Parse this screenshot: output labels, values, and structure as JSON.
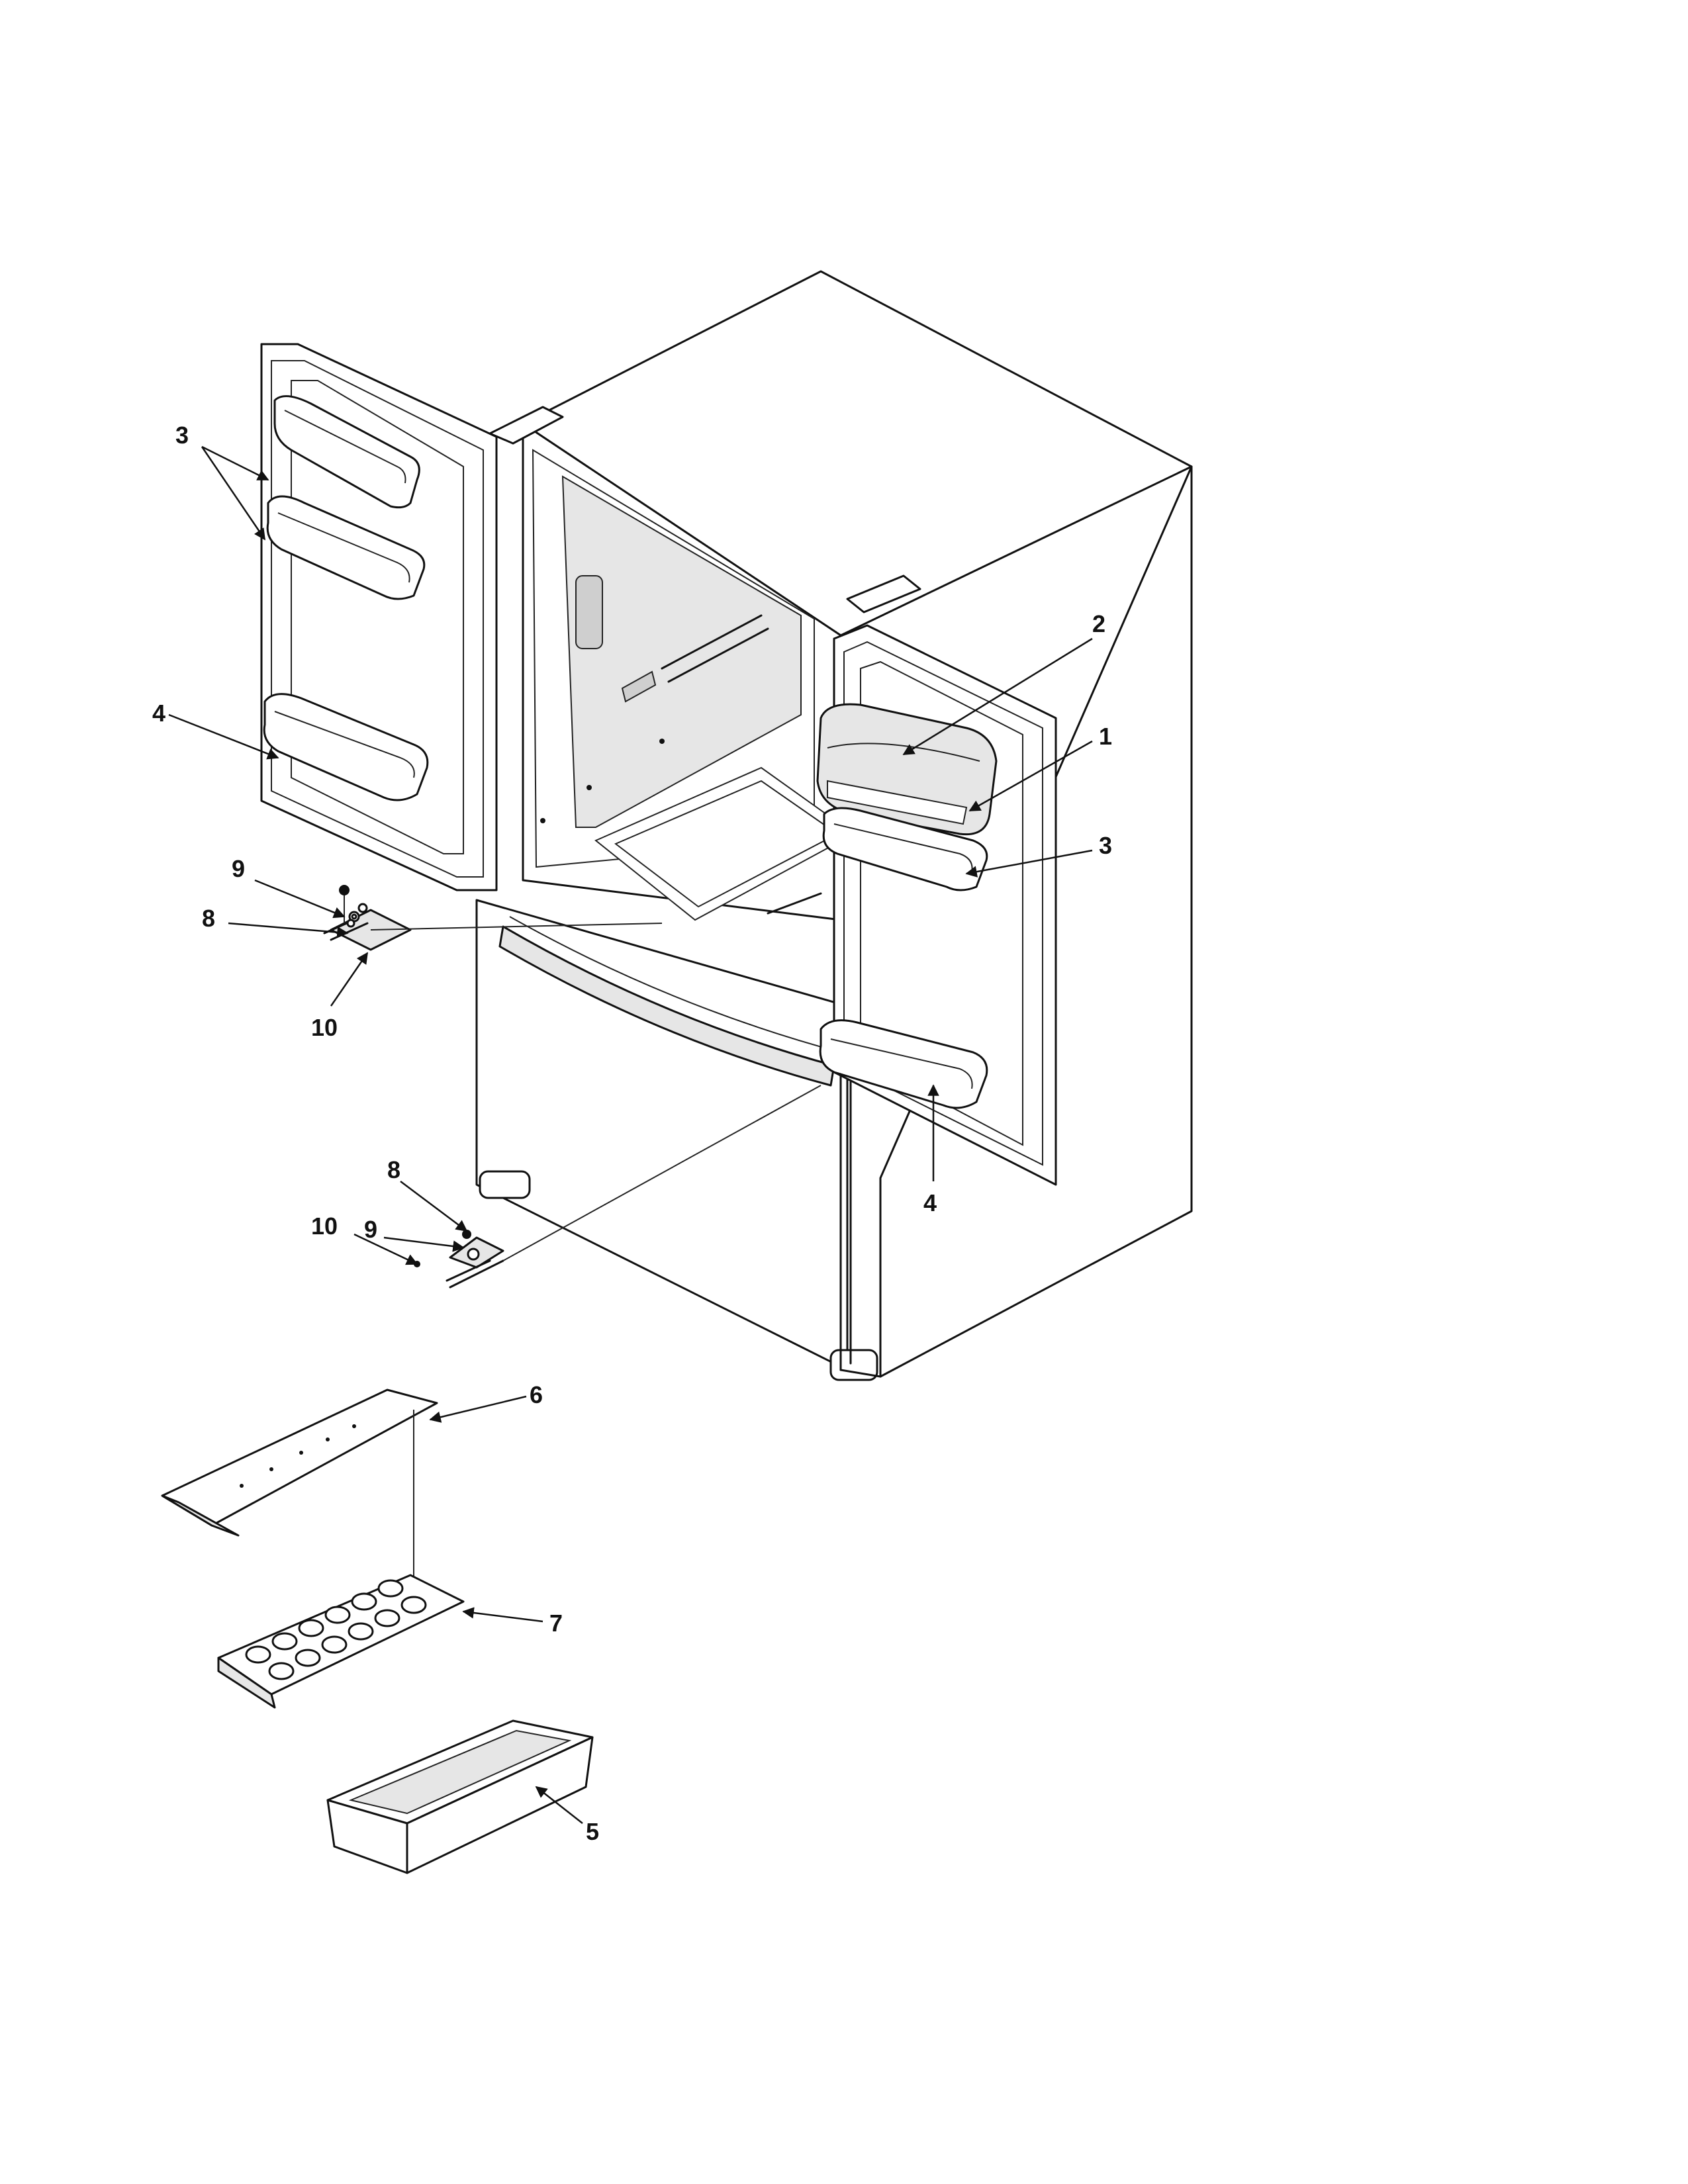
{
  "callouts": {
    "c1": "1",
    "c2": "2",
    "c3_left": "3",
    "c3_right": "3",
    "c4_left": "4",
    "c4_right": "4",
    "c5": "5",
    "c6": "6",
    "c7": "7",
    "c8_upper": "8",
    "c8_lower": "8",
    "c9_upper": "9",
    "c9_lower": "9",
    "c10_upper": "10",
    "c10_lower": "10"
  }
}
